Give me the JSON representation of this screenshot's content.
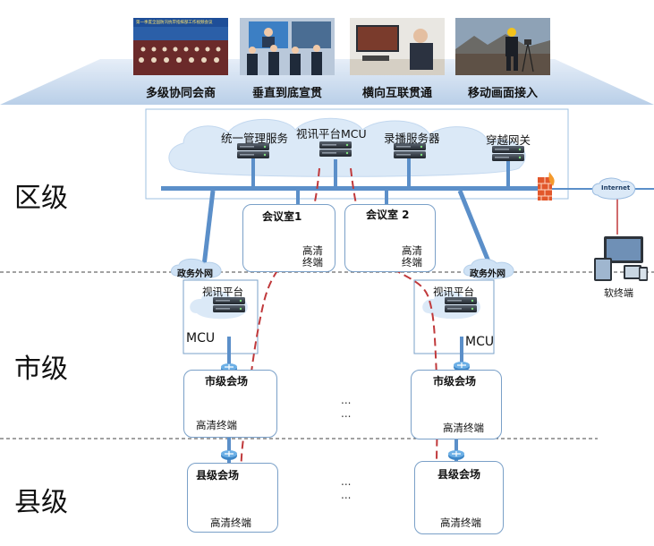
{
  "banner": {
    "items": [
      {
        "label": "多级协同会商",
        "image": "conference-hall-photo"
      },
      {
        "label": "垂直到底宣贯",
        "image": "video-meeting-photo"
      },
      {
        "label": "横向互联贯通",
        "image": "desk-terminal-photo"
      },
      {
        "label": "移动画面接入",
        "image": "field-worker-photo"
      }
    ],
    "photo_caption": "第一季度全国防汛抗旱指挥部工作视频会议"
  },
  "levels": {
    "district": "区级",
    "city": "市级",
    "county": "县级"
  },
  "district": {
    "services": [
      "统一管理服务",
      "视讯平台MCU",
      "录播服务器",
      "穿越网关"
    ],
    "rooms": [
      {
        "title": "会议室1",
        "terminal": "高清\n终端"
      },
      {
        "title": "会议室 2",
        "terminal": "高清\n终端"
      }
    ],
    "internet_label": "Internet",
    "soft_terminal": "软终端"
  },
  "city": {
    "network_label": "政务外网",
    "platform_label": "视讯平台",
    "mcu_label": "MCU",
    "venue_title": "市级会场",
    "terminal": "高清终端",
    "ellipsis": "..."
  },
  "county": {
    "venue_title": "县级会场",
    "terminal": "高清终端",
    "ellipsis": "..."
  },
  "colors": {
    "bus": "#5b8fc9",
    "cloud": "#dbe9f7",
    "dashed_link": "#c0393b",
    "banner": "#c7d9ee",
    "firewall": "#e2572b"
  }
}
